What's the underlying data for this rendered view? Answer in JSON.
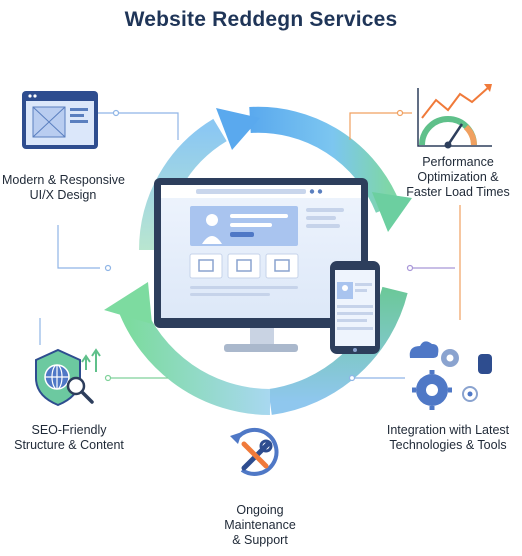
{
  "title": "Website Reddegn Services",
  "services": {
    "design": [
      "Modern & Responsive",
      "UI/X Design"
    ],
    "performance": [
      "Performance",
      "Optimization &",
      "Faster Load Times"
    ],
    "seo": [
      "SEO-Friendly",
      "Structure & Content"
    ],
    "integration": [
      "Integration with Latest",
      "Technologies & Tools"
    ],
    "maintenance": [
      "Ongoing",
      "Maintenance",
      "& Support"
    ]
  },
  "icons": {
    "design": "wireframe-window-icon",
    "performance": "speed-gauge-icon",
    "seo": "shield-globe-search-icon",
    "integration": "cloud-gears-icon",
    "maintenance": "wrench-screwdriver-icon",
    "center": "desktop-and-phone-icon"
  },
  "colors": {
    "title": "#1f3558",
    "ring_blue": "#4a9fe6",
    "ring_green": "#6fcf8f",
    "connector_blue": "#8fb5e6",
    "connector_orange": "#f0a060",
    "connector_purple": "#a896d8",
    "connector_green": "#7fd19a"
  }
}
